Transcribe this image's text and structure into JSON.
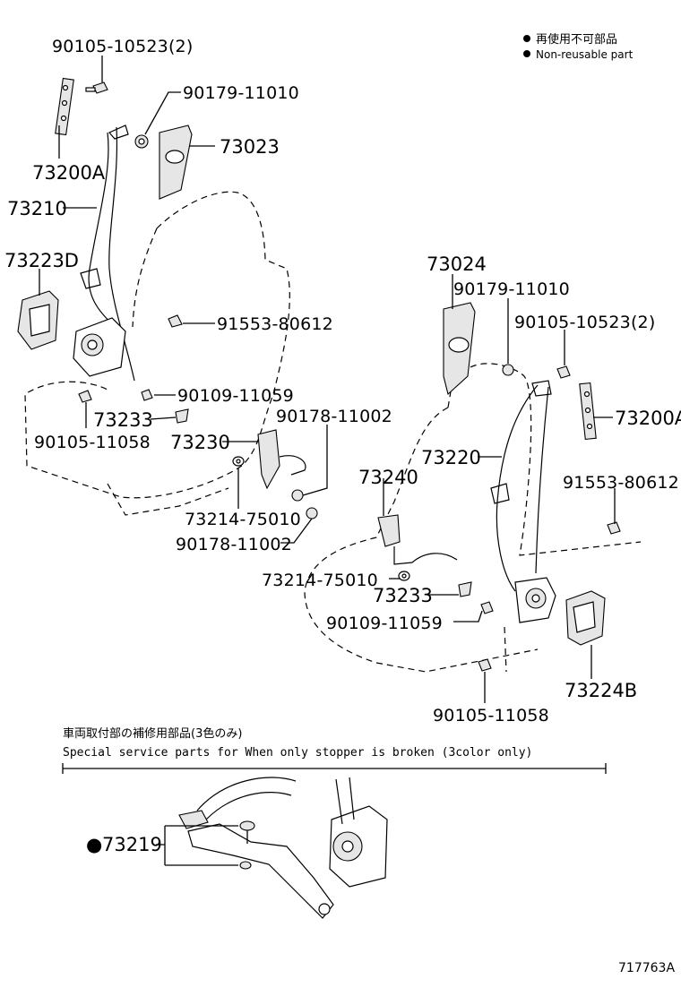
{
  "legend": {
    "jp": "再使用不可部品",
    "en": "Non-reusable part"
  },
  "left_assembly": {
    "bolt_top": "90105-10523(2)",
    "nut_top": "90179-11010",
    "cover_upper": "73023",
    "adjuster": "73200A",
    "belt": "73210",
    "retractor_cover": "73223D",
    "bolt_retractor": "91553-80612",
    "bolt_lower": "90109-11059",
    "stopper": "73233",
    "bolt_anchor": "90105-11058",
    "buckle": "73230",
    "nut_buckle": "90178-11002",
    "washer": "73214-75010",
    "nut_buckle_2": "90178-11002"
  },
  "right_assembly": {
    "cover_upper": "73024",
    "nut_top": "90179-11010",
    "bolt_top": "90105-10523(2)",
    "adjuster": "73200A",
    "belt": "73220",
    "buckle": "73240",
    "bolt_retractor": "91553-80612",
    "washer": "73214-75010",
    "stopper": "73233",
    "bolt_lower": "90109-11059",
    "retractor_cover": "73224B",
    "bolt_anchor": "90105-11058"
  },
  "service_note": {
    "jp": "車両取付部の補修用部品(3色のみ)",
    "en": "Special  service  parts  for  When  only  stopper  is  broken  (3color  only)"
  },
  "service_part": {
    "marker": "●",
    "number": "73219"
  },
  "diagram_id": "717763A"
}
